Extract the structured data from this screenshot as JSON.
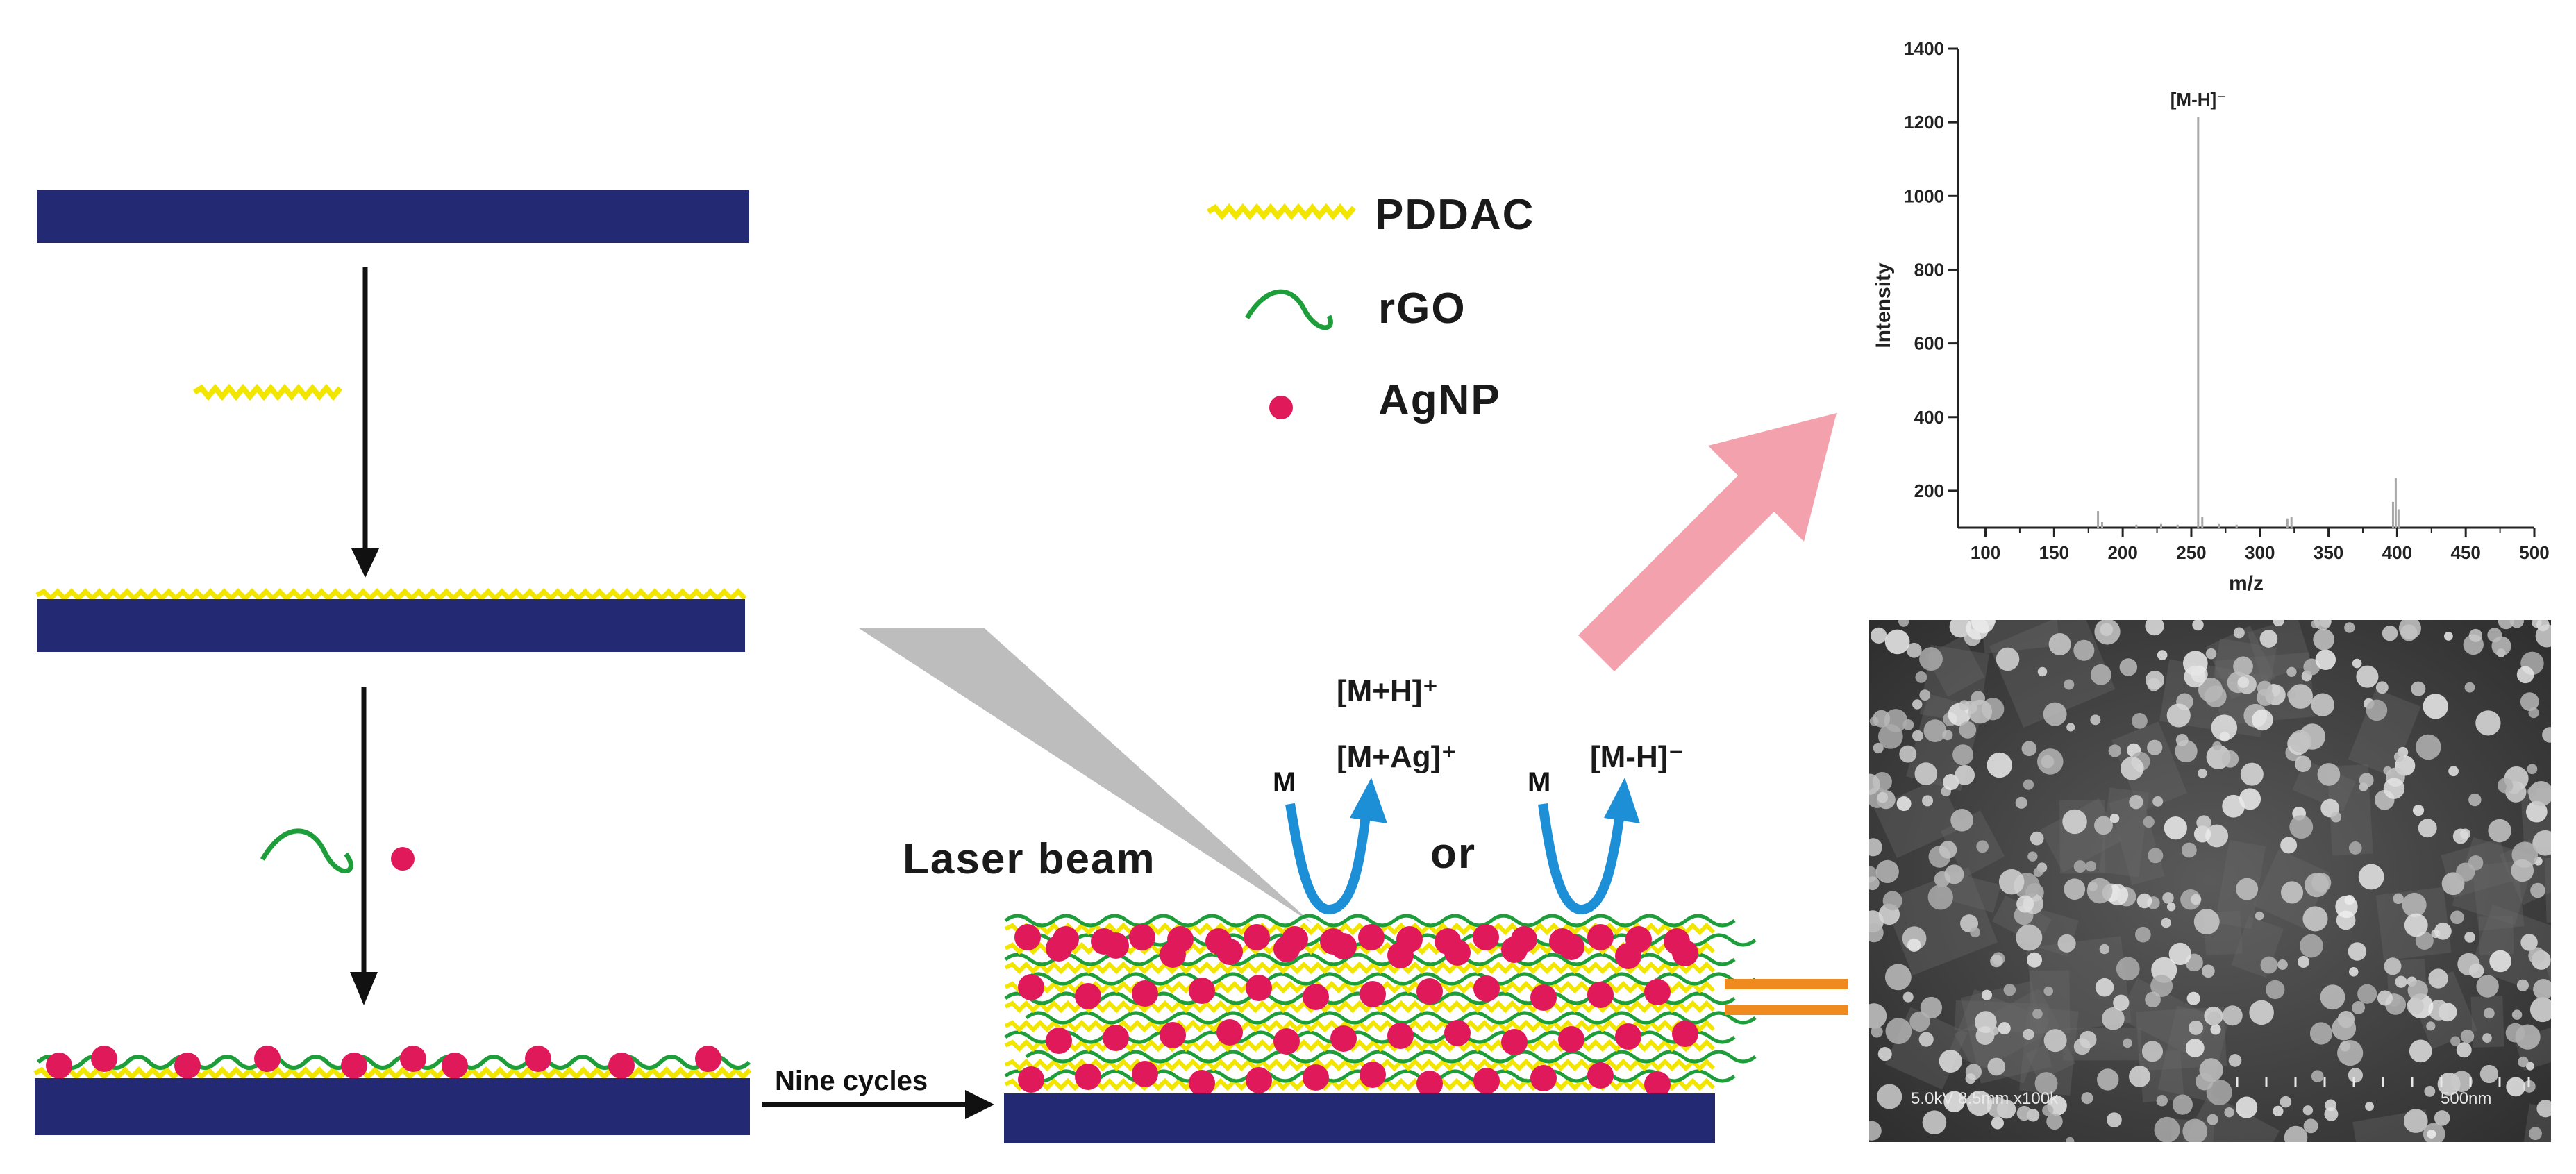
{
  "legend": {
    "items": [
      {
        "label": "PDDAC",
        "color": "#f2e600"
      },
      {
        "label": "rGO",
        "color": "#1e9e3a"
      },
      {
        "label": "AgNP",
        "color": "#e01a5a"
      }
    ]
  },
  "colors": {
    "substrate": "#232a73",
    "laser_cone": "#bdbdbd",
    "ion_arrow": "#1d8fd6",
    "big_arrow": "#f3a2ad",
    "equals": "#ef8a1f"
  },
  "process": {
    "nine_cycles": "Nine cycles"
  },
  "ionization": {
    "laser_beam": "Laser beam",
    "or": "or",
    "m_left": "M",
    "m_right": "M",
    "ion_mh_plus": "[M+H]⁺",
    "ion_mag_plus": "[M+Ag]⁺",
    "ion_mh_minus": "[M-H]⁻"
  },
  "chart_data": {
    "type": "bar",
    "title": "",
    "xlabel": "m/z",
    "ylabel": "Intensity",
    "xlim": [
      80,
      500
    ],
    "ylim": [
      100,
      1400
    ],
    "xticks": [
      100,
      150,
      200,
      250,
      300,
      350,
      400,
      450,
      500
    ],
    "yticks": [
      200,
      400,
      600,
      800,
      1000,
      1200,
      1400
    ],
    "annotation": {
      "text": "[M-H]⁻",
      "x": 255
    },
    "peaks": [
      {
        "x": 182,
        "y": 145
      },
      {
        "x": 185,
        "y": 115
      },
      {
        "x": 210,
        "y": 108
      },
      {
        "x": 228,
        "y": 110
      },
      {
        "x": 240,
        "y": 108
      },
      {
        "x": 255,
        "y": 1215
      },
      {
        "x": 258,
        "y": 130
      },
      {
        "x": 270,
        "y": 110
      },
      {
        "x": 283,
        "y": 108
      },
      {
        "x": 320,
        "y": 125
      },
      {
        "x": 323,
        "y": 130
      },
      {
        "x": 397,
        "y": 170
      },
      {
        "x": 399,
        "y": 235
      },
      {
        "x": 401,
        "y": 150
      }
    ]
  },
  "sem": {
    "info": "5.0kV 8.5mm x100k",
    "scale": "500nm"
  }
}
